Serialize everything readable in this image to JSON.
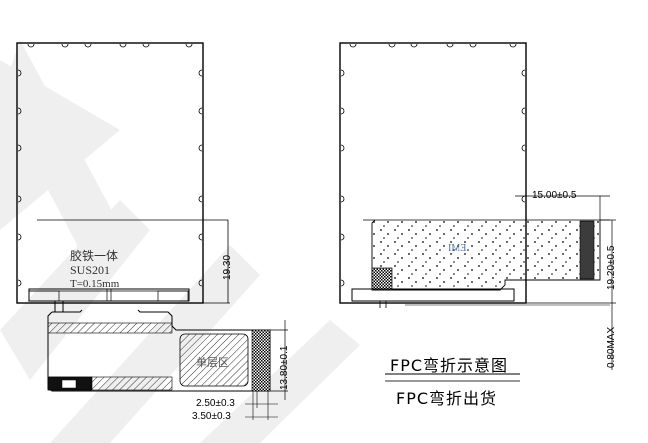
{
  "drawing": {
    "left_view": {
      "material_note": {
        "line1": "胶铁一体",
        "line2": "SUS201",
        "line3": "T=0.15mm"
      },
      "dim_height": "19.30",
      "fpc": {
        "single_layer_label": "单层区",
        "dim_fpc_height": "13.80±0.1",
        "dim_contact_1": "2.50±0.3",
        "dim_contact_2": "3.50±0.3"
      }
    },
    "right_view": {
      "emi_label": "EMI",
      "dim_width": "15.00±0.5",
      "dim_height": "19.20±0.5",
      "dim_thickness": "0.80MAX"
    },
    "captions": {
      "bend_diagram": "FPC弯折示意图",
      "bend_shipping": "FPC弯折出货"
    },
    "colors": {
      "line": "#000000",
      "watermark": "#efefef",
      "emi_text": "#4a6fa5"
    }
  }
}
